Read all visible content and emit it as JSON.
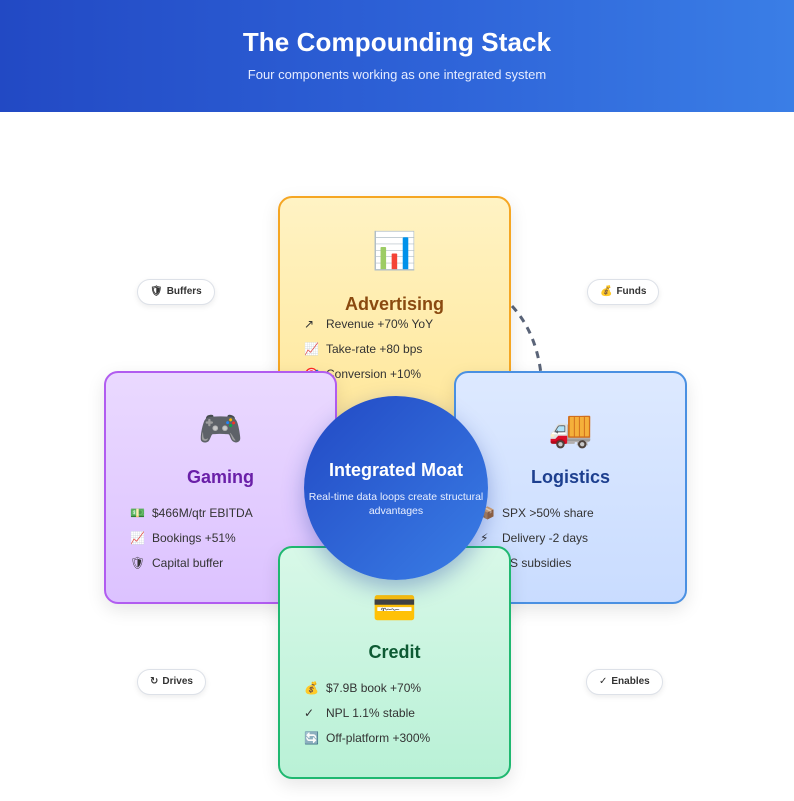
{
  "header": {
    "title": "The Compounding Stack",
    "subtitle": "Four components working as one integrated system"
  },
  "center": {
    "title": "Integrated Moat",
    "subtitle": "Real-time data loops create structural advantages"
  },
  "cards": {
    "advertising": {
      "title": "Advertising",
      "icon": "bar-chart-icon",
      "items": [
        {
          "icon": "trend-up-arrow-icon",
          "text": "Revenue +70% YoY"
        },
        {
          "icon": "chart-increasing-icon",
          "text": "Take-rate +80 bps"
        },
        {
          "icon": "target-icon",
          "text": "Conversion +10%"
        }
      ]
    },
    "gaming": {
      "title": "Gaming",
      "icon": "game-controller-icon",
      "items": [
        {
          "icon": "money-icon",
          "text": "$466M/qtr EBITDA"
        },
        {
          "icon": "chart-increasing-icon",
          "text": "Bookings +51%"
        },
        {
          "icon": "shield-icon",
          "text": "Capital buffer"
        }
      ]
    },
    "logistics": {
      "title": "Logistics",
      "icon": "delivery-truck-icon",
      "items": [
        {
          "icon": "package-icon",
          "text": "SPX >50% share"
        },
        {
          "icon": "lightning-icon",
          "text": "Delivery -2 days"
        },
        {
          "icon": "money-bag-icon",
          "text": "AS subsidies"
        }
      ]
    },
    "credit": {
      "title": "Credit",
      "icon": "credit-card-icon",
      "items": [
        {
          "icon": "money-bag-icon",
          "text": "$7.9B book +70%"
        },
        {
          "icon": "check-icon",
          "text": "NPL 1.1% stable"
        },
        {
          "icon": "refresh-icon",
          "text": "Off-platform +300%"
        }
      ]
    }
  },
  "labels": {
    "buffers": {
      "icon": "shield-icon",
      "text": "Buffers"
    },
    "funds": {
      "icon": "money-bag-icon",
      "text": "Funds"
    },
    "drives": {
      "icon": "cycle-arrows-icon",
      "text": "Drives"
    },
    "enables": {
      "icon": "check-icon",
      "text": "Enables"
    }
  },
  "colors": {
    "header_start": "#2249c4",
    "header_end": "#3a7ee6",
    "advertising_border": "#f5a623",
    "gaming_border": "#b15cf0",
    "logistics_border": "#4a90e2",
    "credit_border": "#1fb870"
  }
}
